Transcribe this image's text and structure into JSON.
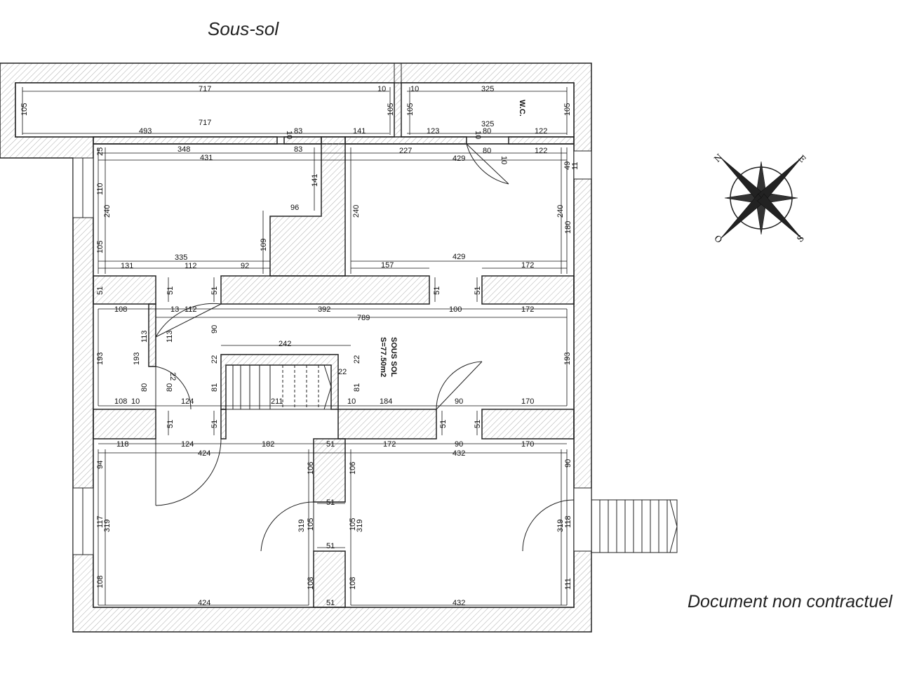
{
  "title": "Sous-sol",
  "disclaimer": "Document non contractuel",
  "room_labels": {
    "wc": "W.C.",
    "sous_sol": "SOUS SOL",
    "surface": "S=77.50m2"
  },
  "compass": {
    "n": "N",
    "e": "E",
    "s": "S",
    "o": "O"
  },
  "dimensions": {
    "h1": "717",
    "h2": "10",
    "h3": "10",
    "h4": "325",
    "h5": "717",
    "h6": "493",
    "h7": "10",
    "h8": "83",
    "h9": "141",
    "h10": "123",
    "h11": "10",
    "h12": "80",
    "h13": "122",
    "h14": "325",
    "h15": "348",
    "h16": "83",
    "h17": "227",
    "h18": "80",
    "h19": "122",
    "h20": "431",
    "h21": "429",
    "h22": "96",
    "h23": "335",
    "h24": "429",
    "h25": "131",
    "h26": "112",
    "h27": "92",
    "h28": "157",
    "h29": "172",
    "h30": "108",
    "h31": "13",
    "h32": "112",
    "h33": "392",
    "h34": "100",
    "h35": "172",
    "h36": "789",
    "h37": "242",
    "h38": "108",
    "h39": "10",
    "h40": "124",
    "h41": "211",
    "h42": "10",
    "h43": "184",
    "h44": "90",
    "h45": "170",
    "h46": "118",
    "h47": "124",
    "h48": "182",
    "h49": "51",
    "h50": "172",
    "h51": "90",
    "h52": "170",
    "h53": "424",
    "h54": "432",
    "h55": "51",
    "h56": "51",
    "h57": "424",
    "h58": "51",
    "h59": "432",
    "h60": "22",
    "h61": "22",
    "v1": "105",
    "v2": "105",
    "v3": "105",
    "v4": "105",
    "v5": "25",
    "v6": "110",
    "v7": "240",
    "v8": "105",
    "v9": "141",
    "v10": "109",
    "v11": "240",
    "v12": "240",
    "v13": "180",
    "v14": "49",
    "v15": "11",
    "v16": "10",
    "v17": "51",
    "v18": "51",
    "v19": "51",
    "v20": "51",
    "v21": "51",
    "v22": "193",
    "v23": "113",
    "v24": "113",
    "v25": "193",
    "v26": "90",
    "v27": "22",
    "v28": "81",
    "v29": "22",
    "v30": "81",
    "v31": "193",
    "v32": "80",
    "v33": "80",
    "v34": "51",
    "v35": "51",
    "v36": "51",
    "v37": "51",
    "v38": "94",
    "v39": "117",
    "v40": "319",
    "v41": "108",
    "v42": "106",
    "v43": "319",
    "v44": "105",
    "v45": "108",
    "v46": "106",
    "v47": "319",
    "v48": "105",
    "v49": "108",
    "v50": "90",
    "v51": "319",
    "v52": "118",
    "v53": "111"
  }
}
